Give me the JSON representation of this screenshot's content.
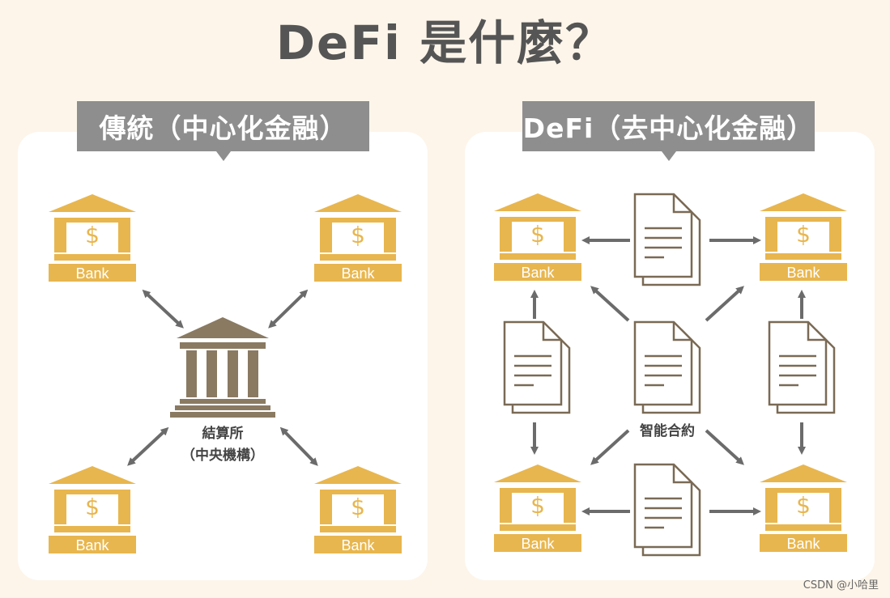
{
  "title": "DeFi 是什麼？",
  "left_panel": {
    "label": "傳統（中心化金融）",
    "center_label_line1": "結算所",
    "center_label_line2": "（中央機構）",
    "bank_label": "Bank",
    "bank_symbol": "$"
  },
  "right_panel": {
    "label": "DeFi（去中心化金融）",
    "contract_label": "智能合約",
    "bank_label": "Bank",
    "bank_symbol": "$"
  },
  "watermark": "CSDN @小哈里",
  "colors": {
    "bank_gold": "#e8b64e",
    "clearing_house_brown": "#8a7a62",
    "arrow_gray": "#6b6b6b",
    "document_outline": "#7a6a55",
    "label_bg": "#8e8e8e"
  }
}
